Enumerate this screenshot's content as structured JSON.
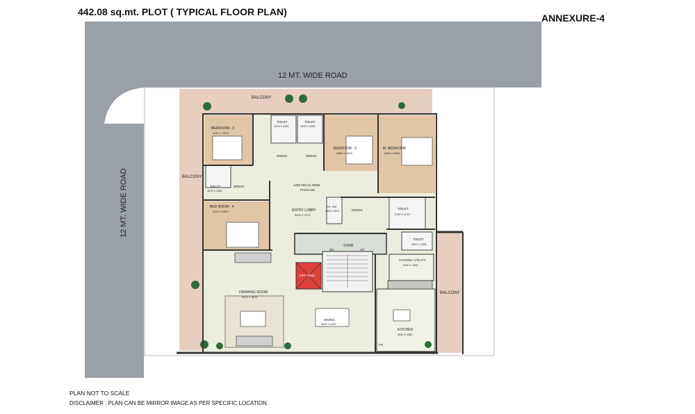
{
  "header": {
    "title": "442.08 sq.mt. PLOT ( TYPICAL FLOOR PLAN)",
    "annexure": "ANNEXURE-4"
  },
  "roads": {
    "top": "12 MT. WIDE ROAD",
    "left": "12 MT. WIDE ROAD"
  },
  "rooms": {
    "balcony_top": "BALCONY",
    "balcony_left": "BALCONY",
    "balcony_right": "BALCONY",
    "bedroom3": "BEDROOM - 3",
    "bedroom3_dim": "4410 X 3300",
    "toilet_a": "TOILET",
    "toilet_a_dim": "1675 X 2450",
    "toilet_b": "TOILET",
    "toilet_b_dim": "1675 X 2450",
    "dress_a": "DRESS",
    "dress_b": "DRESS",
    "bedroom2": "BEDROOM - 2",
    "bedroom2_dim": "3350 X 4200",
    "mbedroom": "M. BEDROOM",
    "mbedroom_dim": "4040 X 5500",
    "toilet_c": "TOILET",
    "toilet_c_dim": "1675 X 2450",
    "dress_c": "DRESS",
    "passage": "1200 MM (4) WIDE",
    "passage2": "PASSAGE",
    "bedroom4": "BED ROOM - 4",
    "bedroom4_dim": "4410 X 3300",
    "entry": "ENTRY LOBBY",
    "entry_dim": "3500 X 2270",
    "pdrm": "PD. RM",
    "pdrm_dim": "1600 X 1870",
    "dress_d": "DRESS",
    "toilet_d": "TOILET",
    "toilet_d_dim": "2740 X 2270",
    "toilet_e": "TOILET",
    "toilet_e_dim": "2000 X 1250",
    "stair": "STAIR",
    "dn": "DN",
    "up": "UP",
    "lift": "LIFT WELL",
    "sroom": "S.ROOM / UTILITY",
    "sroom_dim": "3100 X 1800",
    "drawing": "DRAWING ROOM",
    "drawing_dim": "5410 X 4870",
    "dining": "DINING",
    "dining_dim": "5400 X 4200",
    "kitchen": "KITCHEN",
    "kitchen_dim": "4040 X 4560",
    "fr": "FR"
  },
  "footer": {
    "scale_note": "PLAN NOT TO SCALE",
    "disclaimer": "DISCLAIMER : PLAN CAN BE MIRROR IMAGE AS PER SPECIFIC LOCATION."
  },
  "colors": {
    "road": "#9aa0a7",
    "balcony": "#e6cfc0",
    "floor": "#ececdf",
    "bedroom": "#e1c6a5",
    "wall": "#333333",
    "lift": "#e0403a",
    "stair_core": "#d7dfd6"
  }
}
